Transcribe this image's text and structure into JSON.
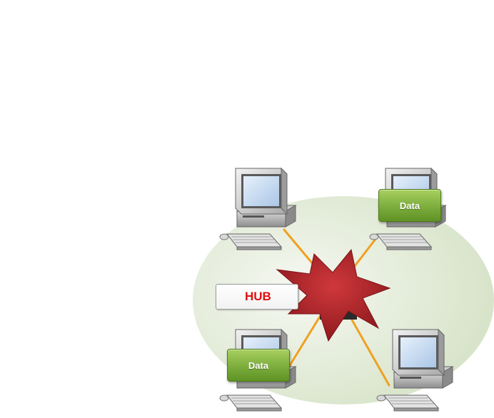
{
  "hub": {
    "label": "HUB",
    "label_color": "#e01010",
    "burst_color": "#b8262a"
  },
  "computers": [
    {
      "id": "pc-top-left",
      "has_data": false
    },
    {
      "id": "pc-top-right",
      "has_data": true
    },
    {
      "id": "pc-bottom-left",
      "has_data": true
    },
    {
      "id": "pc-bottom-right",
      "has_data": false
    }
  ],
  "data_packets": [
    {
      "label": "Data",
      "attached_to": "pc-top-right"
    },
    {
      "label": "Data",
      "attached_to": "pc-bottom-left"
    }
  ],
  "colors": {
    "cable": "#f0a020",
    "network_ellipse": "#e3ecd8",
    "data_packet": "#7fb040"
  }
}
